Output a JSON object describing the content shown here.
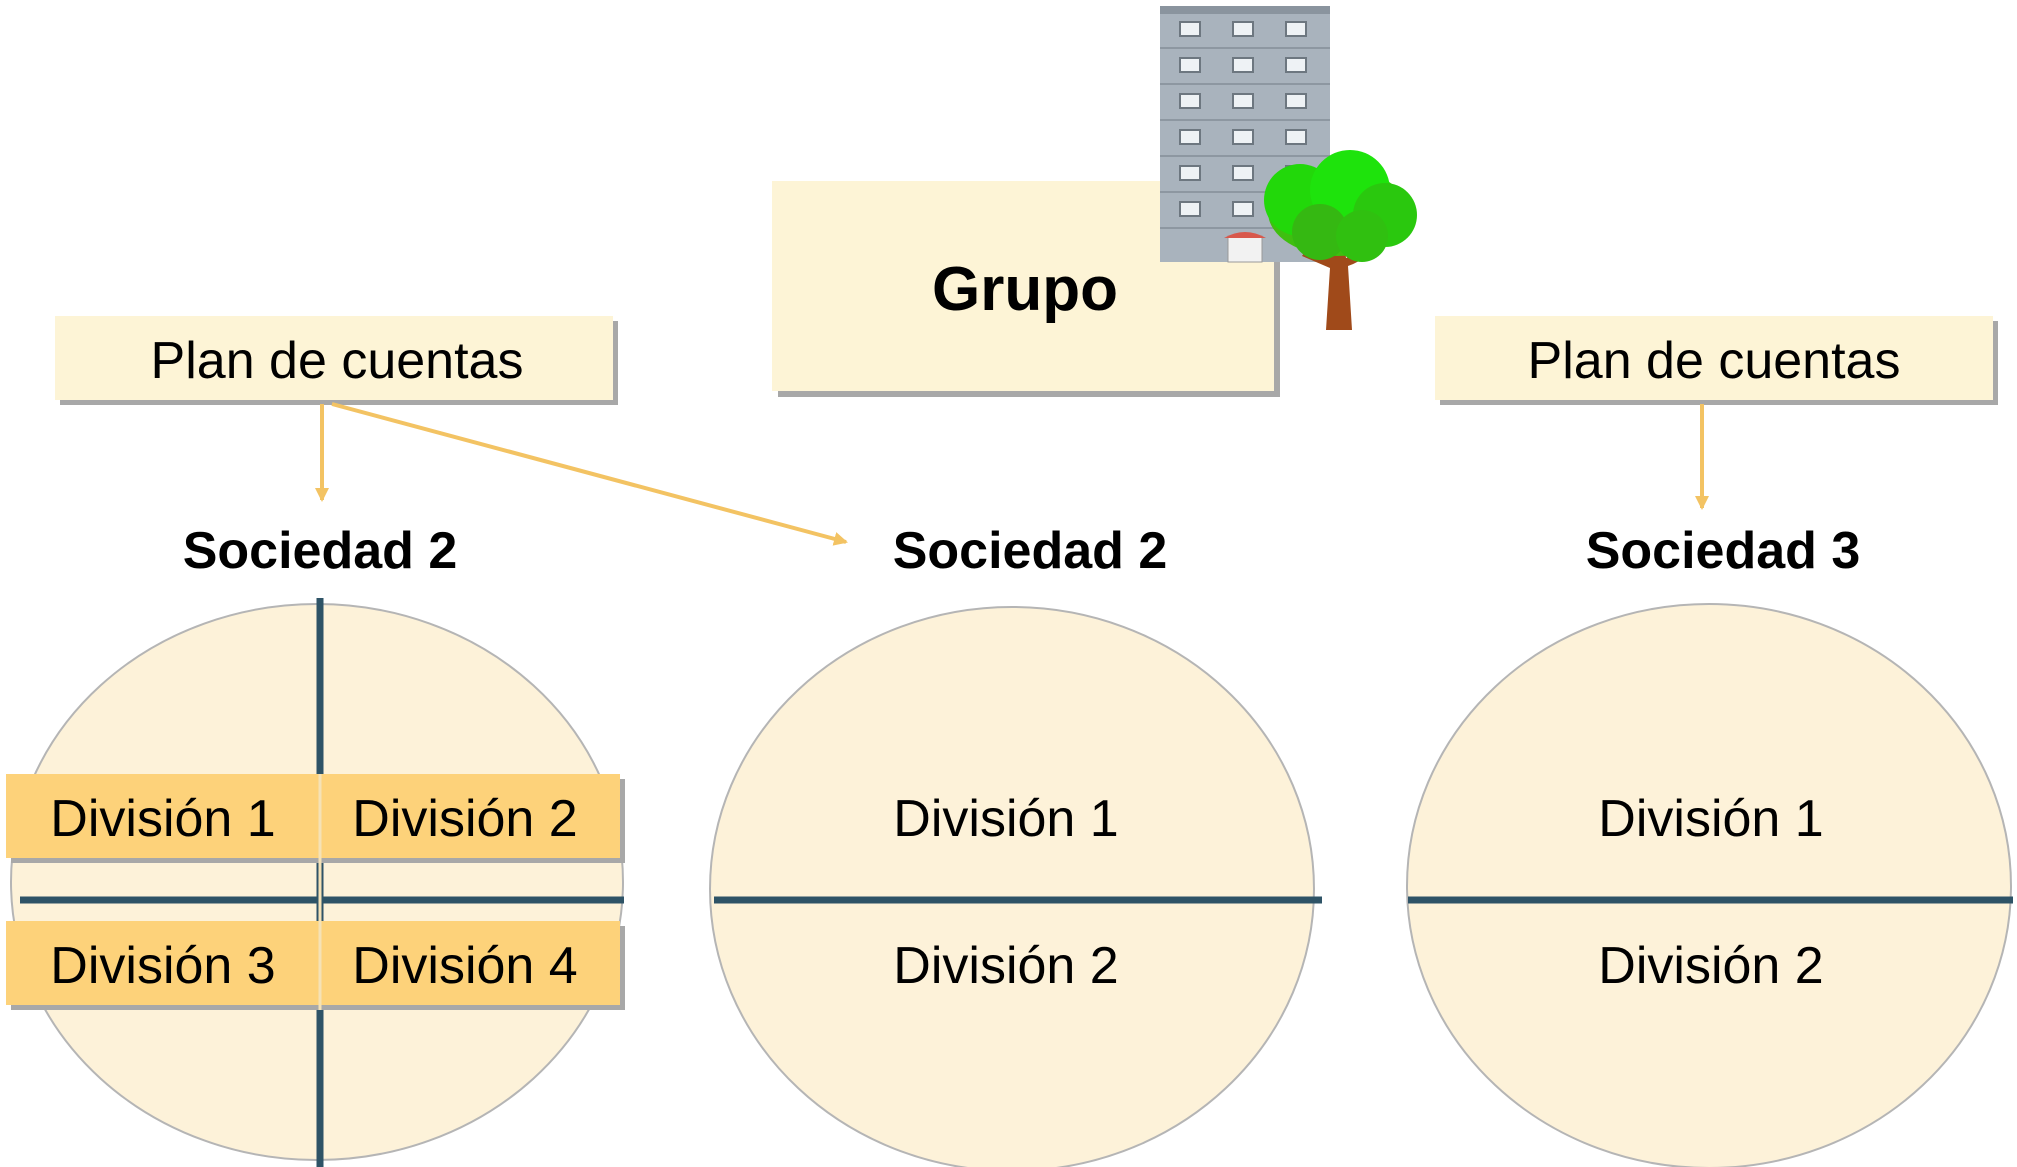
{
  "group": {
    "label": "Grupo"
  },
  "charts_of_accounts": [
    {
      "label": "Plan de cuentas"
    },
    {
      "label": "Plan de cuentas"
    }
  ],
  "companies": [
    {
      "title": "Sociedad 2",
      "divisions": [
        "División 1",
        "División 2",
        "División 3",
        "División 4"
      ]
    },
    {
      "title": "Sociedad 2",
      "divisions": [
        "División 1",
        "División 2"
      ]
    },
    {
      "title": "Sociedad 3",
      "divisions": [
        "División 1",
        "División 2"
      ]
    }
  ],
  "colors": {
    "box_fill": "#fdf4d6",
    "circle_fill": "#fdf2d9",
    "division_fill": "#fdd27a",
    "divider": "#2e5366",
    "arrow": "#f3c363",
    "shadow": "#a8a8a8"
  }
}
